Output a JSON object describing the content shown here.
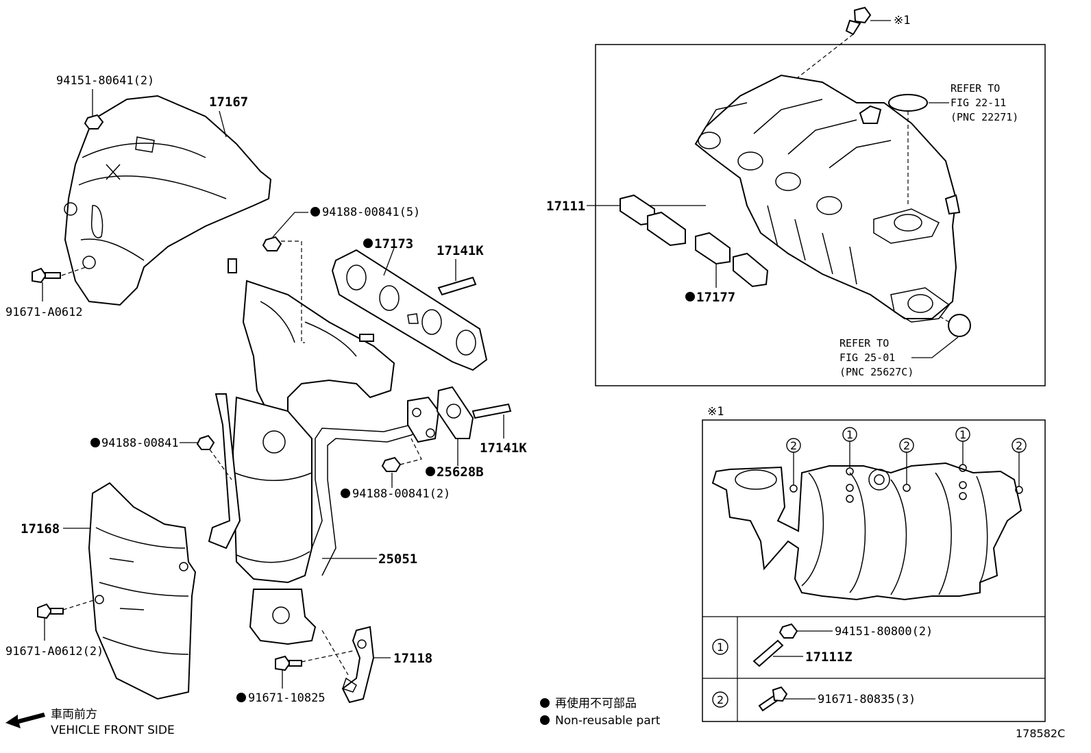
{
  "parts": {
    "p17167": "17167",
    "p94151_80641": "94151-80641(2)",
    "p91671_A0612": "91671-A0612",
    "p94188_00841_5": "94188-00841(5)",
    "p17173": "17173",
    "p17141K_top": "17141K",
    "p17141K_bot": "17141K",
    "p94188_00841": "94188-00841",
    "p25628B": "25628B",
    "p94188_00841_2": "94188-00841(2)",
    "p17168": "17168",
    "p25051": "25051",
    "p91671_A0612_2": "91671-A0612(2)",
    "p17118": "17118",
    "p91671_10825": "91671-10825",
    "p17111": "17111",
    "p17177": "17177",
    "ref1_line1": "REFER TO",
    "ref1_line2": "FIG 22-11",
    "ref1_line3": "(PNC 22271)",
    "ref2_line1": "REFER TO",
    "ref2_line2": "FIG 25-01",
    "ref2_line3": "(PNC 25627C)",
    "note_mark_top": "※1",
    "note_mark_box": "※1",
    "p94151_80800": "94151-80800(2)",
    "p17111Z": "17111Z",
    "p91671_80835": "91671-80835(3)",
    "circle1": "1",
    "circle2": "2"
  },
  "legend": {
    "ja": "再使用不可部品",
    "en": "Non-reusable part"
  },
  "front": {
    "ja": "車両前方",
    "en": "VEHICLE FRONT SIDE"
  },
  "figure_id": "178582C"
}
